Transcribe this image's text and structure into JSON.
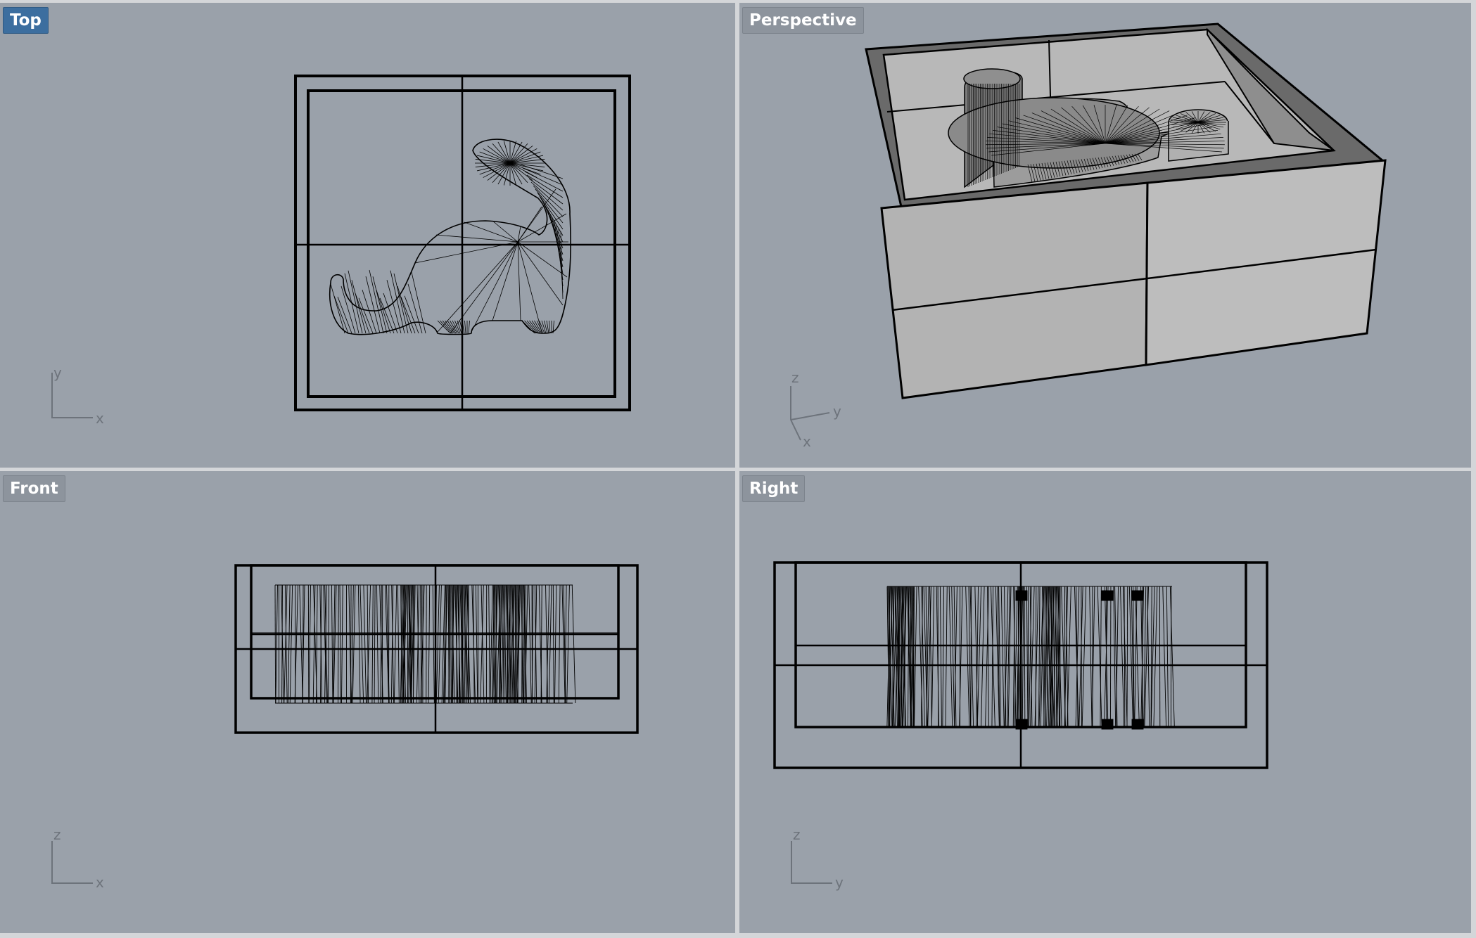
{
  "viewports": {
    "top": {
      "label": "Top",
      "active": true,
      "axes": {
        "vertical": "y",
        "horizontal": "x"
      }
    },
    "perspective": {
      "label": "Perspective",
      "active": false,
      "axes": {
        "vertical": "z",
        "horizontal": "y",
        "depth": "x"
      }
    },
    "front": {
      "label": "Front",
      "active": false,
      "axes": {
        "vertical": "z",
        "horizontal": "x"
      }
    },
    "right": {
      "label": "Right",
      "active": false,
      "axes": {
        "vertical": "z",
        "horizontal": "y"
      }
    }
  },
  "colors": {
    "viewport_background": "#9aa1aa",
    "divider": "#d4d6d9",
    "active_label": "#3c6e9f",
    "inactive_label": "#8d949d",
    "wireframe": "#000000",
    "shaded_surface": "#a9a9a9"
  }
}
